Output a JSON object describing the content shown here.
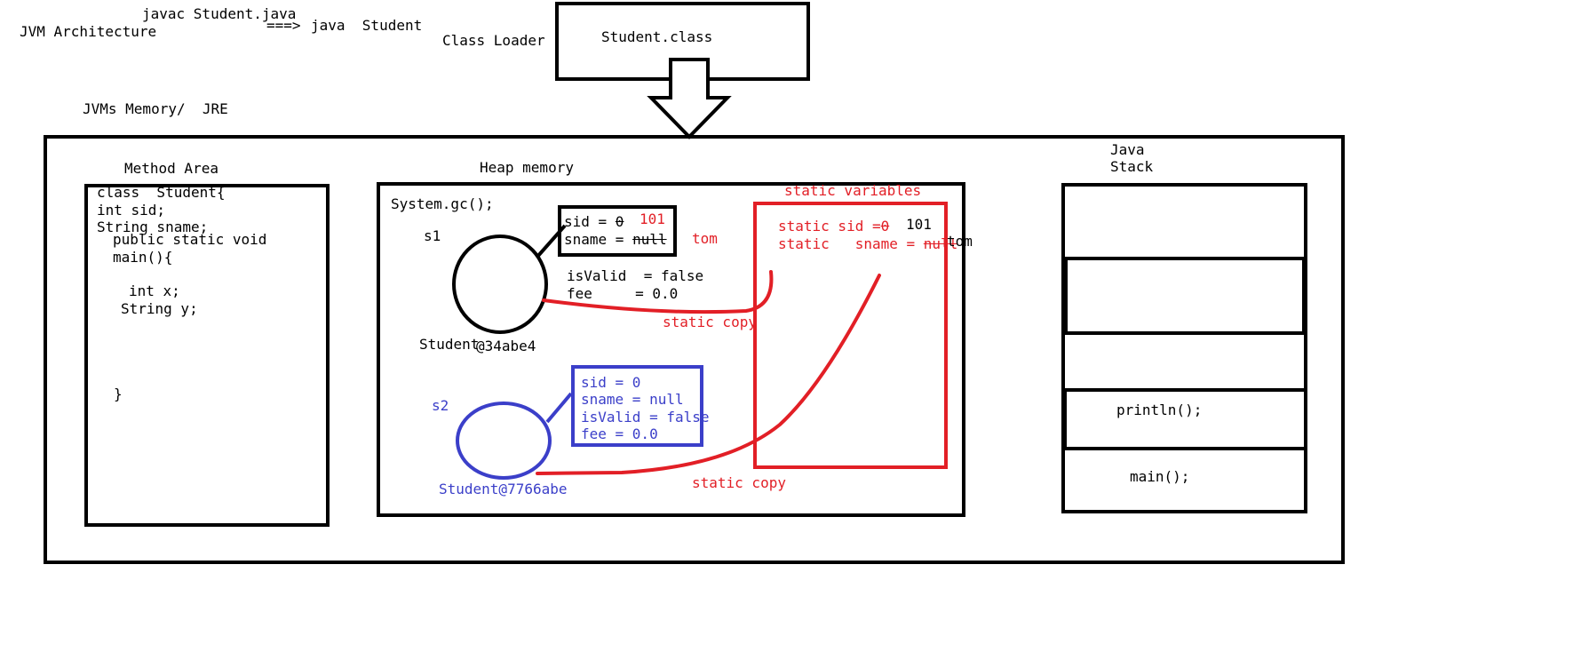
{
  "header": {
    "title": "JVM Architecture",
    "compile_cmd": "javac Student.java",
    "arrow": "===>",
    "run_cmd": "java  Student",
    "class_loader": "Class Loader",
    "class_file": "Student.class",
    "memory_label": "JVMs Memory/  JRE"
  },
  "method_area": {
    "label": "Method Area",
    "lines": [
      "class  Student{",
      "int sid;",
      "String sname;",
      "public static void",
      "main(){",
      "int x;",
      "String y;",
      "}"
    ]
  },
  "heap": {
    "label": "Heap memory",
    "gc": "System.gc();",
    "s1": {
      "ref": "s1",
      "fields": [
        "sid = ",
        "sname = "
      ],
      "old_values": [
        "0",
        "null"
      ],
      "new_values": [
        "101",
        "tom"
      ],
      "extra_fields": [
        "isValid  = false",
        "fee     = 0.0"
      ],
      "name": "Student",
      "hash": "@34abe4"
    },
    "s2": {
      "ref": "s2",
      "fields": [
        "sid = 0",
        "sname = null",
        "isValid = false",
        "fee = 0.0"
      ],
      "name": "Student@7766abe"
    },
    "static_copy_1": "static copy",
    "static_copy_2": "static copy",
    "static_area": {
      "label": "static variables",
      "line1_prefix": "static sid =",
      "line1_old": "0",
      "line1_new": "101",
      "line2_prefix": "static   sname = ",
      "line2_old": "null",
      "line2_new": "tom"
    }
  },
  "stack": {
    "label_line1": "Java",
    "label_line2": "Stack",
    "frames": [
      "println();",
      "main();"
    ]
  },
  "colors": {
    "red": "#e21f26",
    "blue": "#3b3fc9",
    "black": "#000000"
  }
}
